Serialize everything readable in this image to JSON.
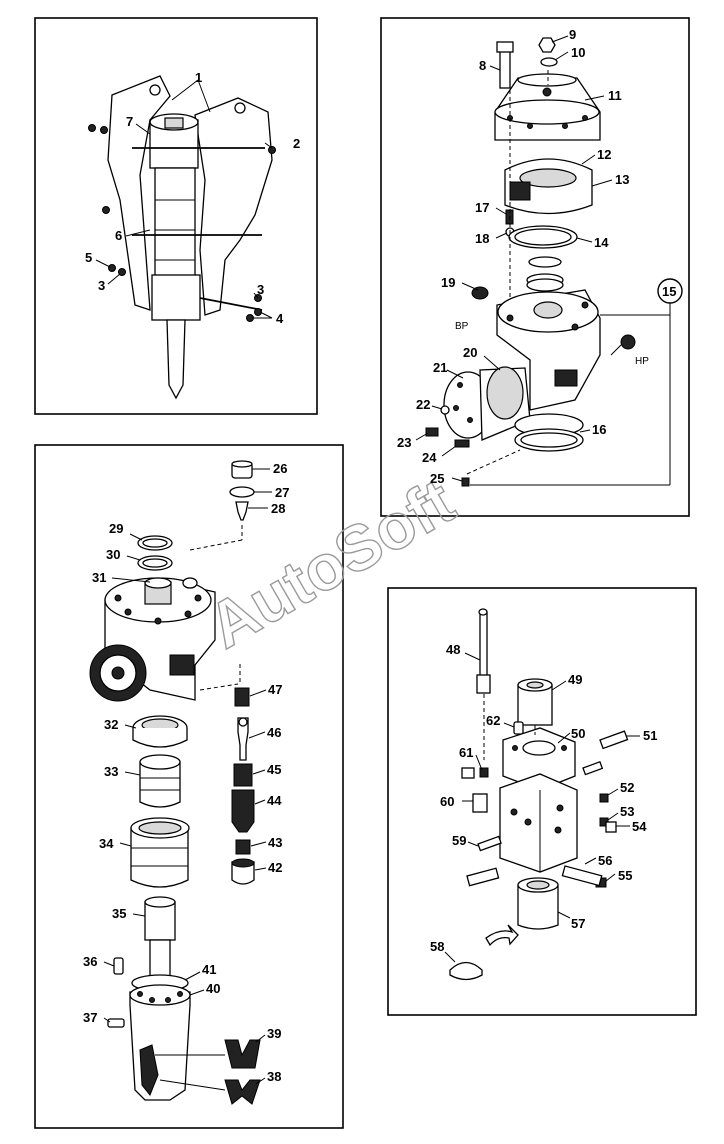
{
  "watermark": "AutoSoft",
  "side_labels": {
    "bp": "BP",
    "hp": "HP"
  },
  "callouts": {
    "p1": "1",
    "p2": "2",
    "p3a": "3",
    "p3b": "3",
    "p4": "4",
    "p5": "5",
    "p6": "6",
    "p7": "7",
    "p8": "8",
    "p9": "9",
    "p10": "10",
    "p11": "11",
    "p12": "12",
    "p13": "13",
    "p14": "14",
    "p15": "15",
    "p16": "16",
    "p17": "17",
    "p18": "18",
    "p19": "19",
    "p20": "20",
    "p21": "21",
    "p22": "22",
    "p23": "23",
    "p24": "24",
    "p25": "25",
    "p26": "26",
    "p27": "27",
    "p28": "28",
    "p29": "29",
    "p30": "30",
    "p31": "31",
    "p32": "32",
    "p33": "33",
    "p34": "34",
    "p35": "35",
    "p36": "36",
    "p37": "37",
    "p38": "38",
    "p39": "39",
    "p40": "40",
    "p41": "41",
    "p42": "42",
    "p43": "43",
    "p44": "44",
    "p45": "45",
    "p46": "46",
    "p47": "47",
    "p48": "48",
    "p49": "49",
    "p50": "50",
    "p51": "51",
    "p52": "52",
    "p53": "53",
    "p54": "54",
    "p55": "55",
    "p56": "56",
    "p57": "57",
    "p58": "58",
    "p59": "59",
    "p60": "60",
    "p61": "61",
    "p62": "62"
  }
}
